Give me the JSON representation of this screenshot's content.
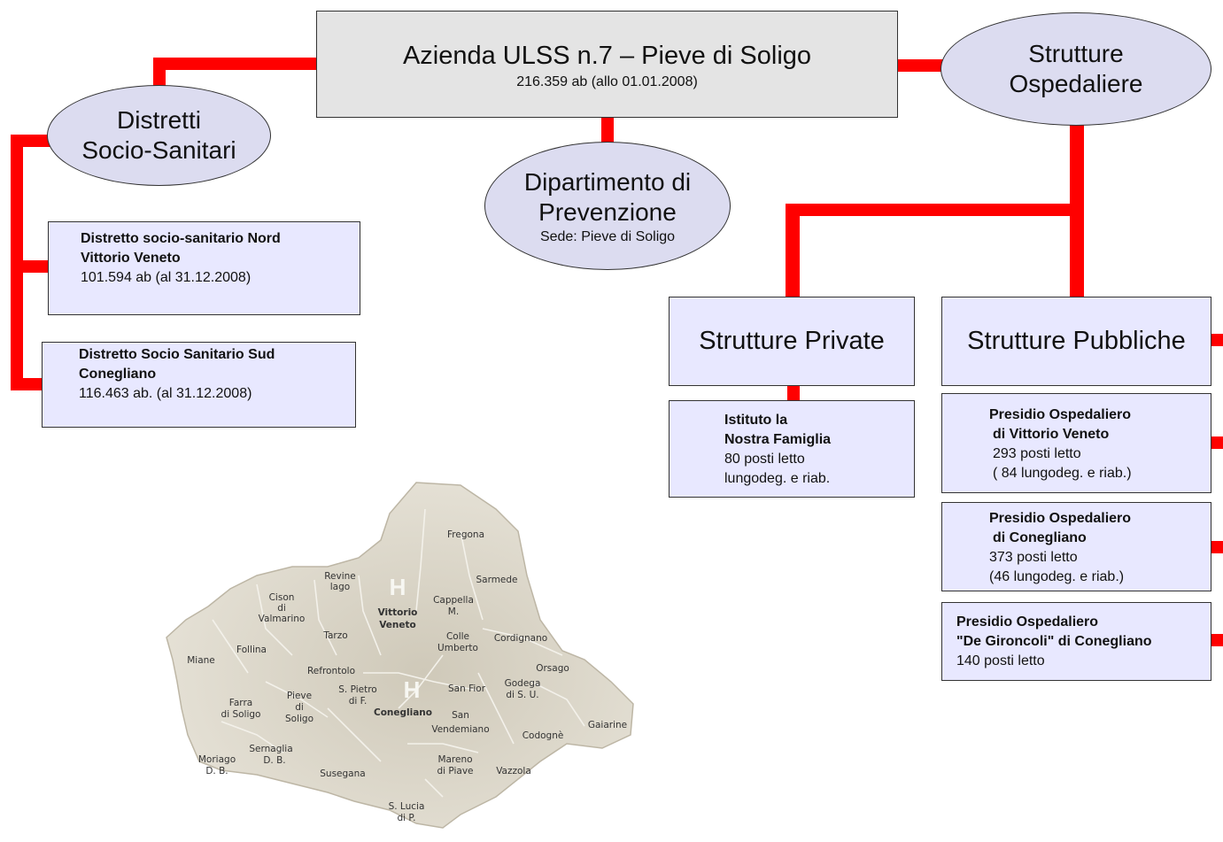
{
  "colors": {
    "connector": "#ff0000",
    "ellipse_fill": "#dcdcf0",
    "box_fill": "#e8e8ff",
    "top_box_fill": "#e4e4e4",
    "map_fill": "#d9d4c5"
  },
  "top": {
    "title": "Azienda ULSS n.7 – Pieve di Soligo",
    "subtitle": "216.359 ab (allo 01.01.2008)"
  },
  "distretti": {
    "line1": "Distretti",
    "line2": "Socio-Sanitari",
    "items": [
      {
        "name1": "Distretto socio-sanitario Nord",
        "name2": "Vittorio Veneto",
        "info": "101.594 ab (al 31.12.2008)"
      },
      {
        "name1": "Distretto Socio Sanitario Sud",
        "name2": "Conegliano",
        "info": "116.463 ab. (al 31.12.2008)"
      }
    ]
  },
  "dipartimento": {
    "line1": "Dipartimento di",
    "line2": "Prevenzione",
    "sede": "Sede: Pieve di Soligo"
  },
  "strutture": {
    "line1": "Strutture",
    "line2": "Ospedaliere",
    "private": {
      "title": "Strutture Private",
      "item": {
        "name1": "Istituto la",
        "name2": "Nostra Famiglia",
        "beds": "80 posti letto",
        "note": "lungodeg. e riab."
      }
    },
    "pubbliche": {
      "title": "Strutture Pubbliche",
      "items": [
        {
          "name1": "Presidio Ospedaliero",
          "name2": "di Vittorio Veneto",
          "beds": "293 posti letto",
          "note": "( 84 lungodeg. e riab.)"
        },
        {
          "name1": "Presidio Ospedaliero",
          "name2": "di Conegliano",
          "beds": "373 posti letto",
          "note": "(46 lungodeg. e riab.)"
        },
        {
          "name1": "Presidio Ospedaliero",
          "name2": "\"De Gironcoli\" di Conegliano",
          "beds": "140 posti letto"
        }
      ]
    }
  },
  "map": {
    "hospital_symbol": "H",
    "labels": [
      "Fregona",
      "Sarmede",
      "Revine lago",
      "Cison di Valmarino",
      "Vittorio Veneto",
      "Cappella M.",
      "Tarzo",
      "Colle Umberto",
      "Cordignano",
      "Follina",
      "Miane",
      "Refrontolo",
      "Orsago",
      "S. Pietro di F.",
      "San Fior",
      "Godega di S. U.",
      "Farra di Soligo",
      "Pieve di Soligo",
      "Conegliano",
      "San Vendemiano",
      "Codognè",
      "Gaiarine",
      "Sernaglia D. B.",
      "Moriago D. B.",
      "Susegana",
      "Mareno di Piave",
      "Vazzola",
      "S. Lucia di P."
    ]
  }
}
